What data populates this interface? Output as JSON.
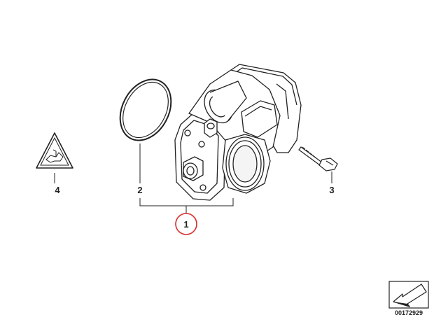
{
  "callouts": {
    "part1": "1",
    "part2": "2",
    "part3": "3",
    "part4": "4"
  },
  "diagram_number": "00172929",
  "highlight_color": "#d62b2b",
  "icons": {
    "warning": "warning-triangle-icon",
    "navigation": "navigation-arrow-icon"
  }
}
